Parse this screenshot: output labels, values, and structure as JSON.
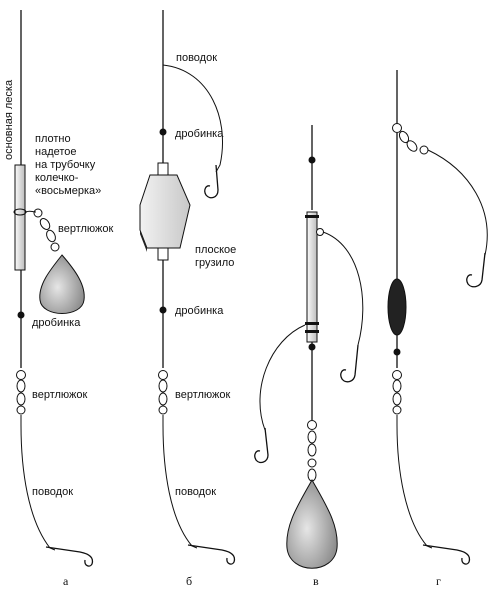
{
  "labels": {
    "main_line": "основная леска",
    "ring_note": [
      "плотно",
      "надетое",
      "на трубочку",
      "колечко-",
      "«восьмерка»"
    ],
    "swivel": "вертлюжок",
    "shot": "дробинка",
    "leader": "поводок",
    "flat_sinker": [
      "плоское",
      "грузило"
    ]
  },
  "panels": [
    "а",
    "б",
    "в",
    "г"
  ],
  "colors": {
    "ink": "#111111",
    "weight_fill": "#b8b8b8",
    "dark_float": "#222222"
  }
}
